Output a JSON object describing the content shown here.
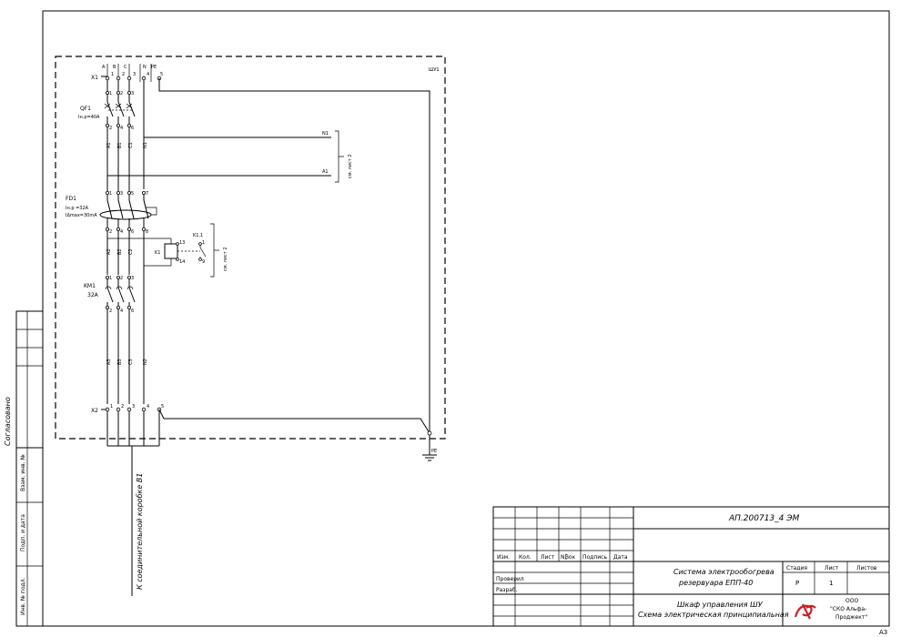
{
  "cabinet_label": "ШУ1",
  "x1": {
    "label": "X1",
    "phase_labels": [
      "A",
      "B",
      "C",
      "N",
      "PE"
    ],
    "terminals": [
      "1",
      "2",
      "3",
      "4",
      "5"
    ]
  },
  "qf1": {
    "label": "QF1",
    "rating": "Iн.р=40А",
    "in_terms": [
      "1",
      "2",
      "3"
    ],
    "out_terms": [
      "2",
      "4",
      "6"
    ]
  },
  "wires_1": [
    "A1",
    "B1",
    "C1",
    "N1"
  ],
  "out_refs": {
    "n1": "N1",
    "a1": "A1"
  },
  "see_sheet": "см. лист 2",
  "fd1": {
    "label": "FD1",
    "rating1": "Iн.р =32А",
    "rating2": "IΔmax=30mA",
    "in_terms": [
      "1",
      "3",
      "5",
      "7"
    ],
    "out_terms": [
      "2",
      "4",
      "6",
      "8"
    ]
  },
  "k1": {
    "coil": "K1",
    "coil_terms": [
      "13",
      "14"
    ],
    "contact": "K1.1",
    "contact_terms": [
      "1",
      "9"
    ]
  },
  "wires_2": [
    "A2",
    "B2",
    "C2"
  ],
  "km1": {
    "label": "KM1",
    "rating": "32А",
    "in_terms": [
      "1",
      "2",
      "3"
    ],
    "out_terms": [
      "2",
      "4",
      "6"
    ]
  },
  "wires_3": [
    "A3",
    "B3",
    "C3",
    "N2"
  ],
  "x2": {
    "label": "X2",
    "terminals": [
      "1",
      "2",
      "3",
      "4",
      "5"
    ]
  },
  "pe_label": "PE",
  "cable_note": "К соединительной коробке В1",
  "sheet_size": "А3",
  "left_stamp": {
    "agreed": "Согласовано",
    "vzam": "Взам. инв. №",
    "podp_data": "Подп. и дата",
    "inv_podl": "Инв. № подл."
  },
  "title_block": {
    "doc_code": "АП.200713_4 ЭМ",
    "headers": [
      "Изм.",
      "Кол.",
      "Лист",
      "N₿ок",
      "Подпись",
      "Дата"
    ],
    "checked": "Проверил",
    "developed": "Разраб.",
    "system_line1": "Система электрообогрева",
    "system_line2": "резервуара ЕПП-40",
    "stage_label": "Стадия",
    "sheet_label": "Лист",
    "sheets_label": "Листов",
    "stage": "Р",
    "sheet": "1",
    "sheets": "",
    "drawing_line1": "Шкаф управления ШУ",
    "drawing_line2": "Схема электрическая принципиальная",
    "company_line1": "ООО",
    "company_line2": "\"СКО Альфа-",
    "company_line3": "Проджект\""
  }
}
